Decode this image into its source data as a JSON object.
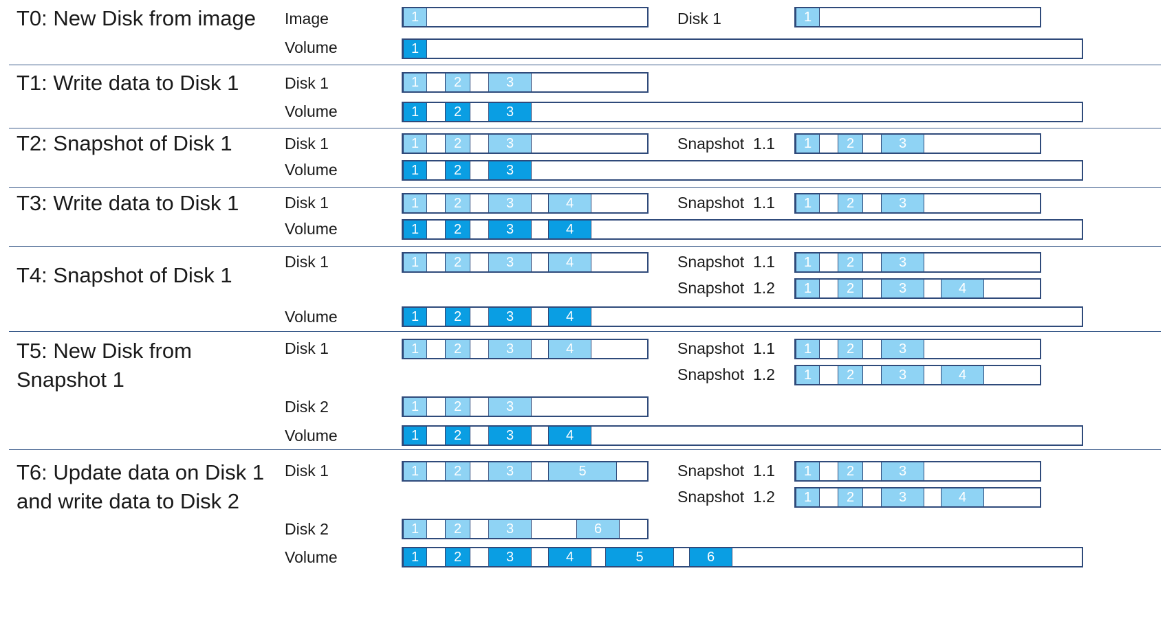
{
  "stages": [
    {
      "title": "T0: New Disk from image",
      "rows": [
        {
          "label": "Image",
          "style": "light",
          "blocks": [
            "1"
          ]
        },
        {
          "label": "Disk 1",
          "style": "light",
          "blocks": [
            "1"
          ]
        },
        {
          "label": "Volume",
          "style": "dark",
          "blocks": [
            "1"
          ]
        }
      ]
    },
    {
      "title": "T1: Write data to Disk 1",
      "rows": [
        {
          "label": "Disk 1",
          "style": "light",
          "blocks": [
            "1",
            "2",
            "3"
          ]
        },
        {
          "label": "Volume",
          "style": "dark",
          "blocks": [
            "1",
            "2",
            "3"
          ]
        }
      ]
    },
    {
      "title": "T2: Snapshot of Disk 1",
      "rows": [
        {
          "label": "Disk 1",
          "style": "light",
          "blocks": [
            "1",
            "2",
            "3"
          ]
        },
        {
          "label": "Snapshot  1.1",
          "style": "light",
          "blocks": [
            "1",
            "2",
            "3"
          ]
        },
        {
          "label": "Volume",
          "style": "dark",
          "blocks": [
            "1",
            "2",
            "3"
          ]
        }
      ]
    },
    {
      "title": "T3: Write data to Disk 1",
      "rows": [
        {
          "label": "Disk 1",
          "style": "light",
          "blocks": [
            "1",
            "2",
            "3",
            "4"
          ]
        },
        {
          "label": "Snapshot  1.1",
          "style": "light",
          "blocks": [
            "1",
            "2",
            "3"
          ]
        },
        {
          "label": "Volume",
          "style": "dark",
          "blocks": [
            "1",
            "2",
            "3",
            "4"
          ]
        }
      ]
    },
    {
      "title": "T4: Snapshot of Disk 1",
      "rows": [
        {
          "label": "Disk 1",
          "style": "light",
          "blocks": [
            "1",
            "2",
            "3",
            "4"
          ]
        },
        {
          "label": "Snapshot  1.1",
          "style": "light",
          "blocks": [
            "1",
            "2",
            "3"
          ]
        },
        {
          "label": "Snapshot  1.2",
          "style": "light",
          "blocks": [
            "1",
            "2",
            "3",
            "4"
          ]
        },
        {
          "label": "Volume",
          "style": "dark",
          "blocks": [
            "1",
            "2",
            "3",
            "4"
          ]
        }
      ]
    },
    {
      "title": "T5: New Disk from\nSnapshot 1",
      "rows": [
        {
          "label": "Disk 1",
          "style": "light",
          "blocks": [
            "1",
            "2",
            "3",
            "4"
          ]
        },
        {
          "label": "Snapshot  1.1",
          "style": "light",
          "blocks": [
            "1",
            "2",
            "3"
          ]
        },
        {
          "label": "Snapshot  1.2",
          "style": "light",
          "blocks": [
            "1",
            "2",
            "3",
            "4"
          ]
        },
        {
          "label": "Disk 2",
          "style": "light",
          "blocks": [
            "1",
            "2",
            "3"
          ]
        },
        {
          "label": "Volume",
          "style": "dark",
          "blocks": [
            "1",
            "2",
            "3",
            "4"
          ]
        }
      ]
    },
    {
      "title": "T6: Update data on Disk 1\nand write data to Disk 2",
      "rows": [
        {
          "label": "Disk 1",
          "style": "light",
          "blocks": [
            "1",
            "2",
            "3",
            "5"
          ]
        },
        {
          "label": "Snapshot  1.1",
          "style": "light",
          "blocks": [
            "1",
            "2",
            "3"
          ]
        },
        {
          "label": "Snapshot  1.2",
          "style": "light",
          "blocks": [
            "1",
            "2",
            "3",
            "4"
          ]
        },
        {
          "label": "Disk 2",
          "style": "light",
          "blocks": [
            "1",
            "2",
            "3",
            "6"
          ]
        },
        {
          "label": "Volume",
          "style": "dark",
          "blocks": [
            "1",
            "2",
            "3",
            "4",
            "5",
            "6"
          ]
        }
      ]
    }
  ]
}
